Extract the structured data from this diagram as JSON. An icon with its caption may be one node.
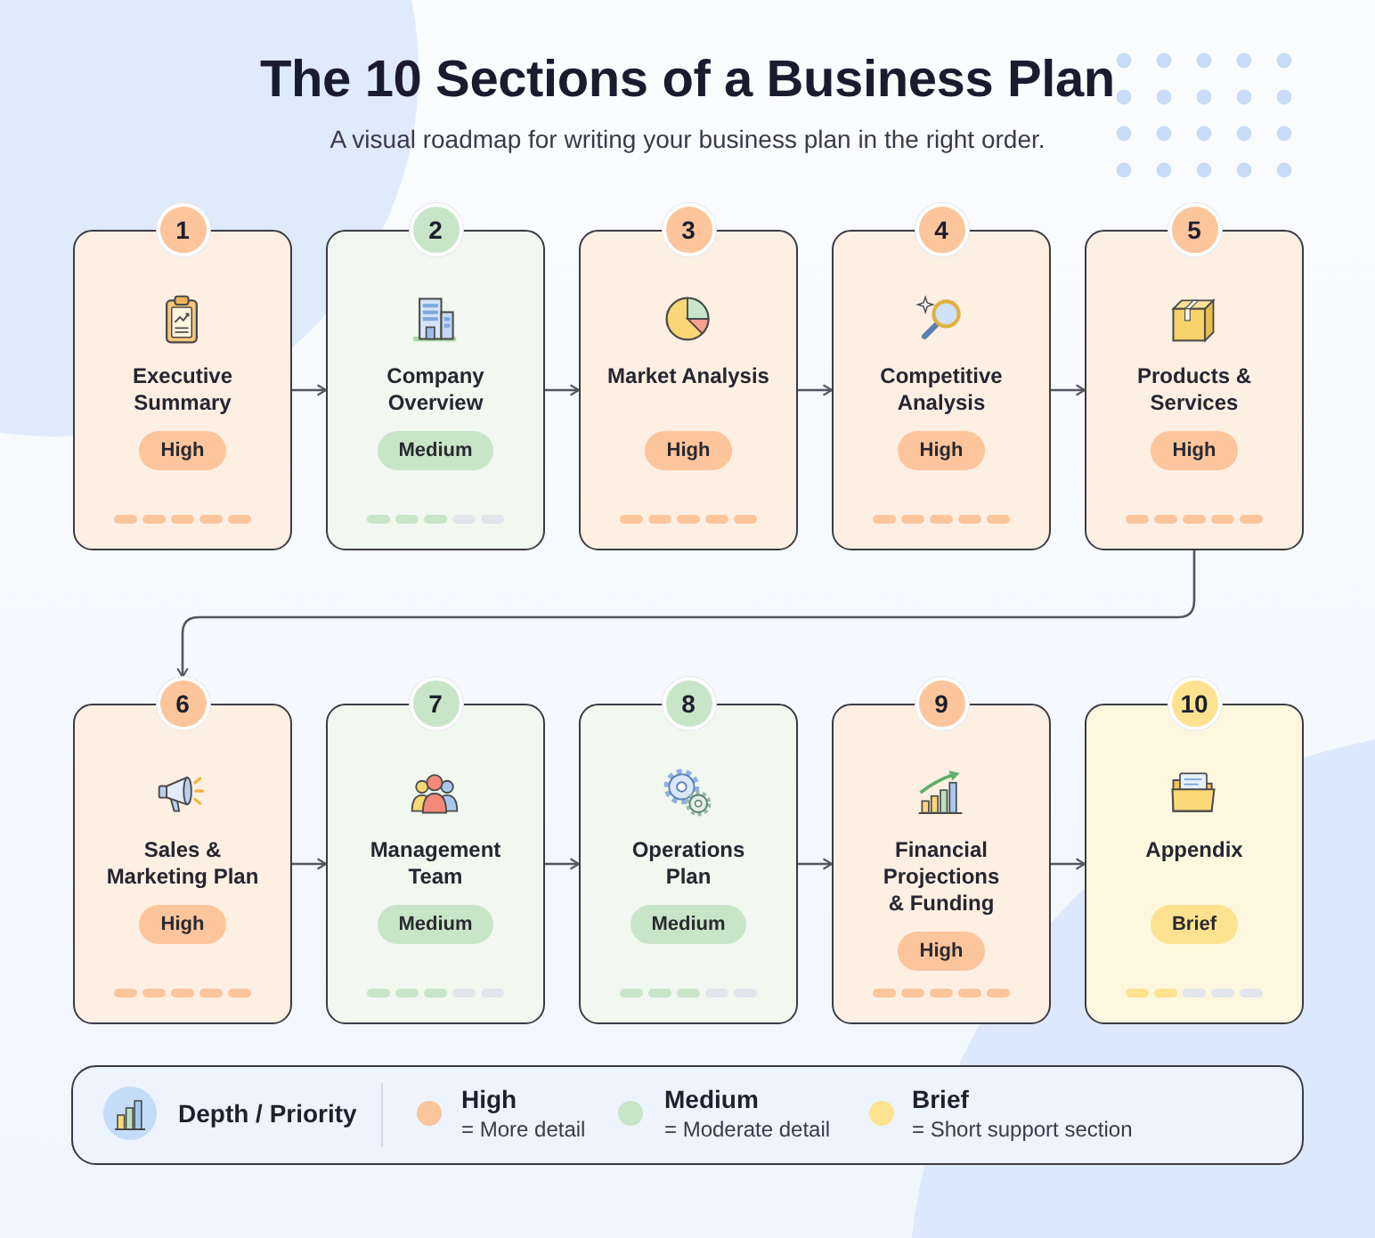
{
  "diagram": {
    "title": "The 10 Sections of a Business Plan",
    "caption": "A visual roadmap for writing your business plan in the right order.",
    "nodes": [
      {
        "text": [
          "1",
          "Executive Summary",
          "High"
        ]
      },
      {
        "text": [
          "2",
          "Company Overview",
          "Medium"
        ]
      },
      {
        "text": [
          "3",
          "Market Analysis",
          "High"
        ]
      },
      {
        "text": [
          "4",
          "Competitive Analysis",
          "High"
        ]
      },
      {
        "text": [
          "5",
          "Products & Services",
          "High"
        ]
      },
      {
        "text": [
          "6",
          "Sales & Marketing Plan",
          "High"
        ]
      },
      {
        "text": [
          "7",
          "Management Team",
          "Medium"
        ]
      },
      {
        "text": [
          "8",
          "Operations Plan",
          "Medium"
        ]
      },
      {
        "text": [
          "9",
          "Financial Projections & Funding",
          "High"
        ]
      },
      {
        "text": [
          "10",
          "Appendix",
          "Brief"
        ]
      }
    ],
    "edges": [
      {
        "from": 0,
        "to": 1,
        "arrow": "to"
      },
      {
        "from": 1,
        "to": 2,
        "arrow": "to"
      },
      {
        "from": 2,
        "to": 3,
        "arrow": "to"
      },
      {
        "from": 3,
        "to": 4,
        "arrow": "to"
      },
      {
        "from": 4,
        "to": 5,
        "arrow": "to"
      },
      {
        "from": 5,
        "to": 6,
        "arrow": "to"
      },
      {
        "from": 6,
        "to": 7,
        "arrow": "to"
      },
      {
        "from": 7,
        "to": 8,
        "arrow": "to"
      },
      {
        "from": 8,
        "to": 9,
        "arrow": "to"
      }
    ],
    "labels": [
      "Depth / Priority"
    ],
    "legend": [
      {
        "text": "**High** = More detail",
        "color": "#fcc59c"
      },
      {
        "text": "**Medium** = Moderate detail",
        "color": "#c9e5c8"
      },
      {
        "text": "**Brief** = Short support section",
        "color": "#fde38f"
      }
    ]
  }
}
